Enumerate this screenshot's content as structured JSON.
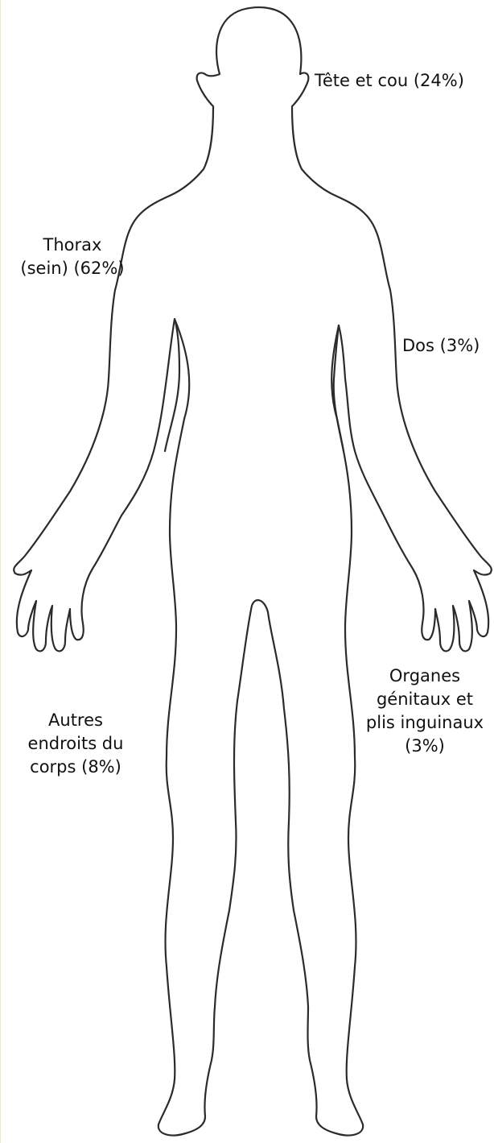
{
  "figure": {
    "name": "Silhouette du corps humain",
    "outline_color": "#2b2b2b",
    "background_color": "#ffffff"
  },
  "labels": {
    "head": {
      "lines": [
        "Tête et cou (24%)"
      ]
    },
    "thorax": {
      "lines": [
        "Thorax",
        "(sein) (62%)"
      ]
    },
    "back": {
      "lines": [
        "Dos (3%)"
      ]
    },
    "genital": {
      "lines": [
        "Organes",
        "génitaux et",
        "plis inguinaux",
        "(3%)"
      ]
    },
    "other": {
      "lines": [
        "Autres",
        "endroits du",
        "corps (8%)"
      ]
    }
  }
}
